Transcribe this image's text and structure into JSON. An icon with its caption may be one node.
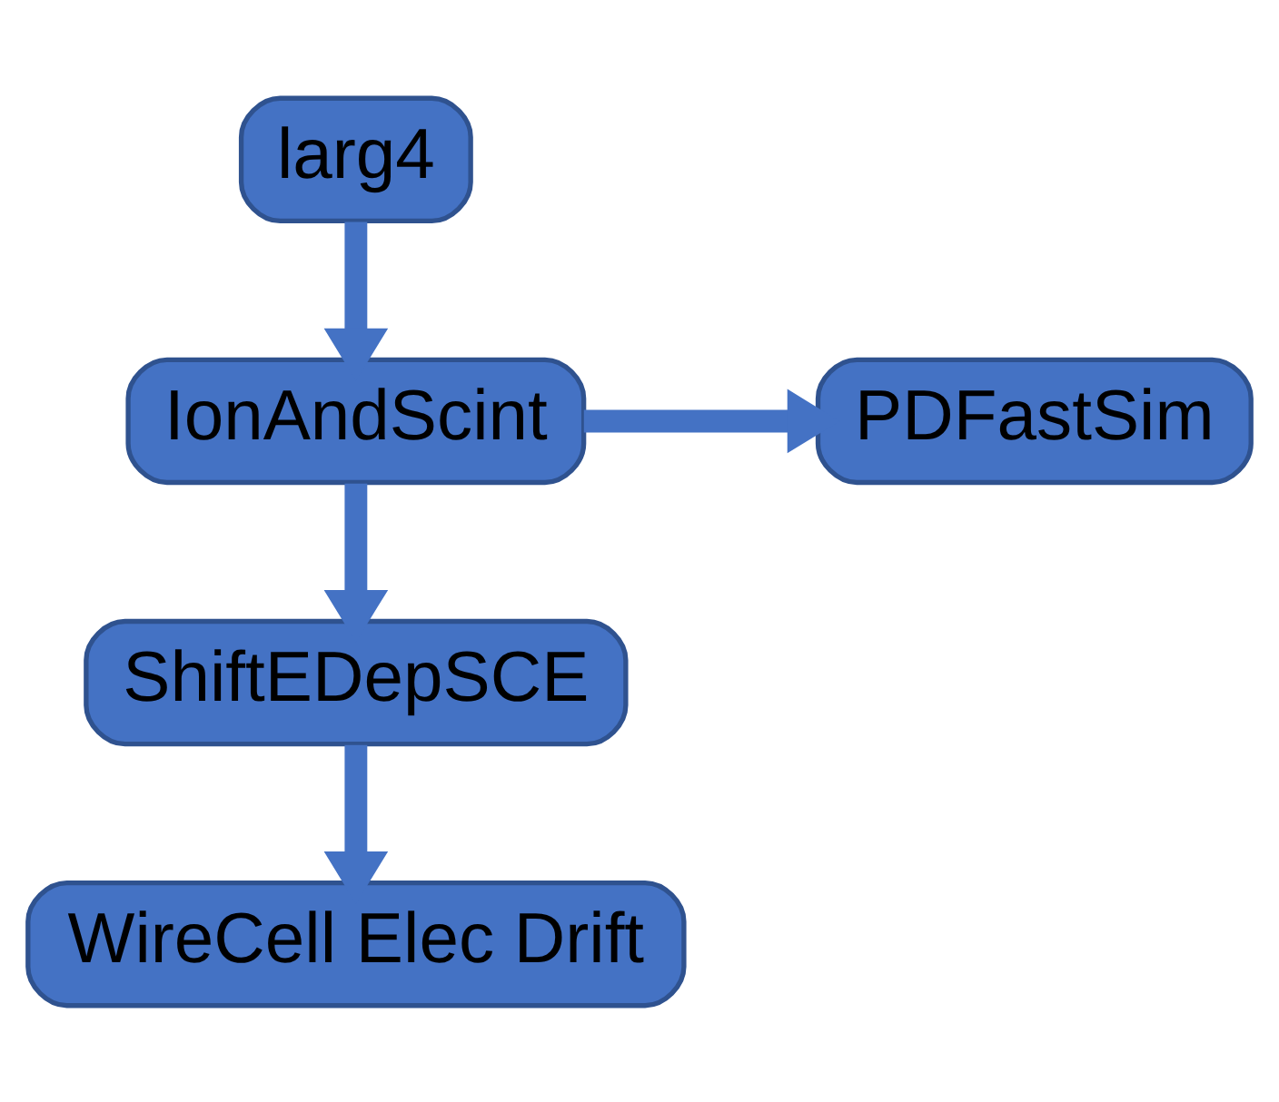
{
  "diagram": {
    "nodes": [
      {
        "text": [
          "larg4"
        ]
      },
      {
        "text": [
          "IonAndScint"
        ]
      },
      {
        "text": [
          "PDFastSim"
        ]
      },
      {
        "text": [
          "ShiftEDepSCE"
        ]
      },
      {
        "text": [
          "WireCell Elec Drift"
        ]
      }
    ],
    "edges": [
      {
        "from": 0,
        "to": 1,
        "arrow": "to"
      },
      {
        "from": 1,
        "to": 2,
        "arrow": "to"
      },
      {
        "from": 1,
        "to": 3,
        "arrow": "to"
      },
      {
        "from": 3,
        "to": 4,
        "arrow": "to"
      }
    ]
  }
}
